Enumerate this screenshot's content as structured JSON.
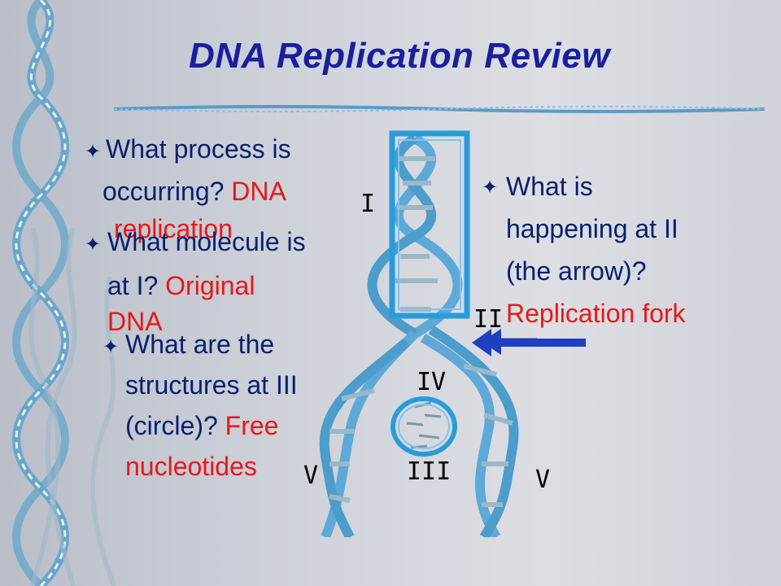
{
  "title": "DNA Replication Review",
  "questions": {
    "q1": {
      "star": "✦",
      "line1": "What process is",
      "line2": "occurring? ",
      "answer_line2": "DNA",
      "answer_line3": "replication"
    },
    "q2": {
      "star": "✦",
      "line1": "What molecule is",
      "line2": "at I?  ",
      "answer_line2": "Original",
      "answer_line3": "DNA"
    },
    "q3": {
      "star": "✦",
      "line1": "What are the",
      "line2": "structures at III",
      "line3": "(circle)? ",
      "answer_line3": "Free",
      "answer_line4": "nucleotides"
    },
    "q4": {
      "star": "✦",
      "line1": "What is",
      "line2": "happening at II",
      "line3": "(the arrow)?",
      "answer_line4": "Replication fork"
    }
  },
  "labels": {
    "I": "I",
    "II": "II",
    "III": "III",
    "IV": "IV",
    "V_left": "V",
    "V_right": "V"
  },
  "colors": {
    "title": "#1a1f9e",
    "question_text": "#0a1f6b",
    "answer_text": "#e81818",
    "highlight_box": "#2a9bd8",
    "arrow": "#1e3fbf",
    "helix": "#5fa9d8"
  },
  "icons": {
    "bullet": "star-bullet-icon",
    "arrow": "left-arrow-icon"
  }
}
